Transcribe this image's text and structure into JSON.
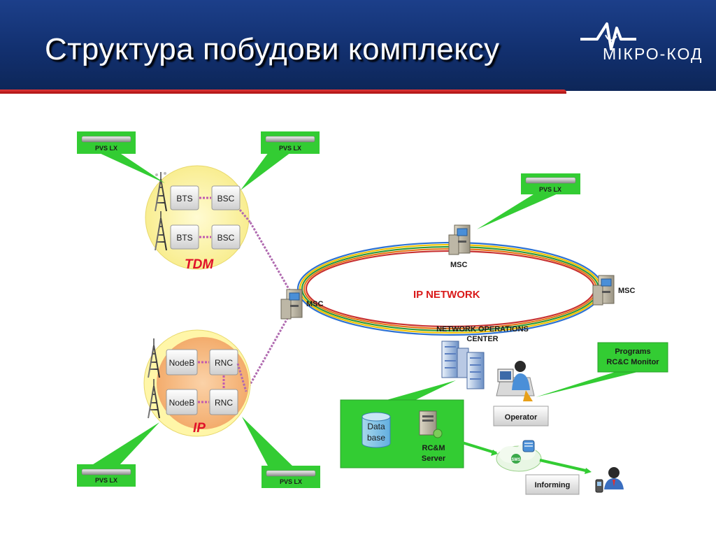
{
  "slide": {
    "title": "Структура побудови комплексу",
    "logo_text": "МІКРО-КОД"
  },
  "diagram": {
    "pvs_label": "PVS LX",
    "tdm_label": "TDM",
    "ip_label": "IP",
    "bts_label": "BTS",
    "bsc_label": "BSC",
    "nodeb_label": "NodeB",
    "rnc_label": "RNC",
    "msc_label": "MSC",
    "ip_network_label": "IP NETWORK",
    "noc_line1": "NETWORK OPERATIONS",
    "noc_line2": "CENTER",
    "programs_line1": "Programs",
    "programs_line2": "RC&C Monitor",
    "operator_label": "Operator",
    "database_line1": "Data",
    "database_line2": "base",
    "server_line1": "RC&M",
    "server_line2": "Server",
    "informing_label": "Informing",
    "sms_label": "SMS"
  },
  "colors": {
    "header_blue": "#12306f",
    "header_red": "#c81e1e",
    "tdm_red": "#e0102a",
    "callout_green": "#33cc33",
    "tdm_circle": "#fff6a8",
    "ip_circle": "#f5b67e"
  }
}
